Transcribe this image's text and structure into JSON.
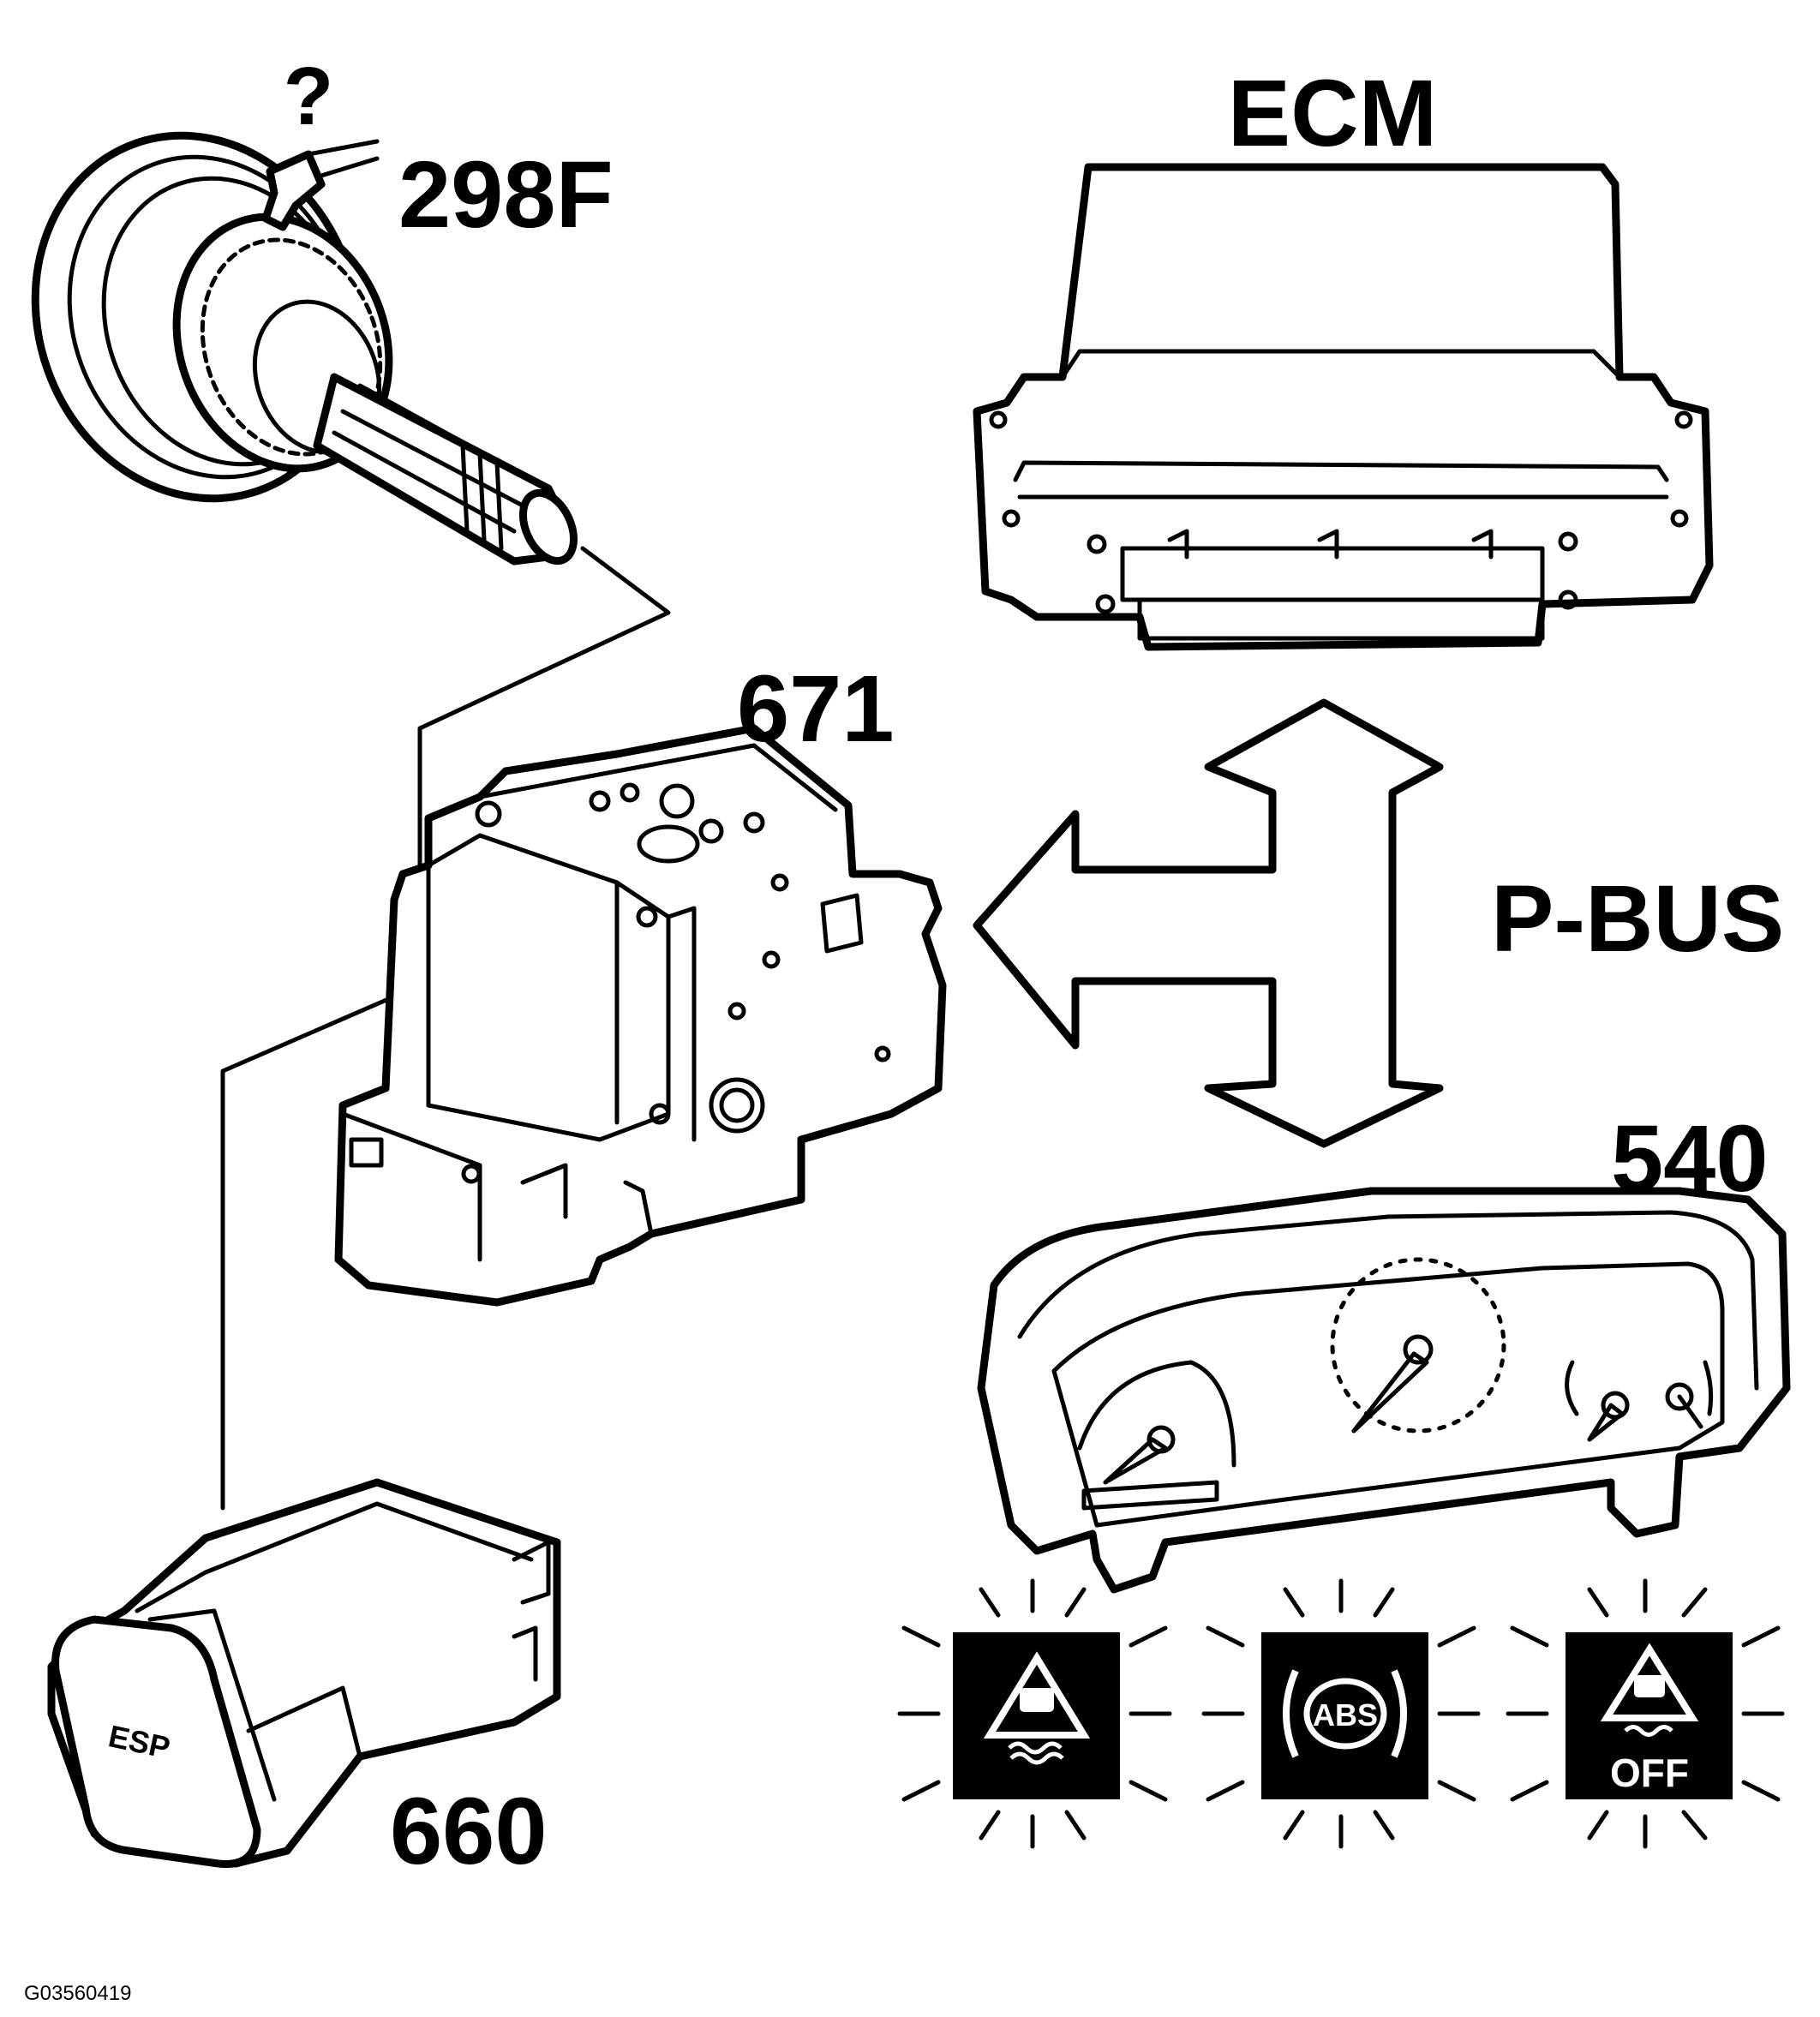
{
  "labels": {
    "ecm": "ECM",
    "wheel_sensor": "298F",
    "unknown": "?",
    "abs_unit": "671",
    "pbus": "P-BUS",
    "cluster": "540",
    "esp_switch": "660",
    "figure_id": "G03560419"
  },
  "switch_text": "ESP",
  "warning_lamps": [
    {
      "icon": "traction-warning-icon",
      "text": ""
    },
    {
      "icon": "abs-warning-icon",
      "text": "ABS"
    },
    {
      "icon": "traction-off-icon",
      "text": "OFF"
    }
  ],
  "colors": {
    "ink": "#000000",
    "paper": "#ffffff"
  }
}
